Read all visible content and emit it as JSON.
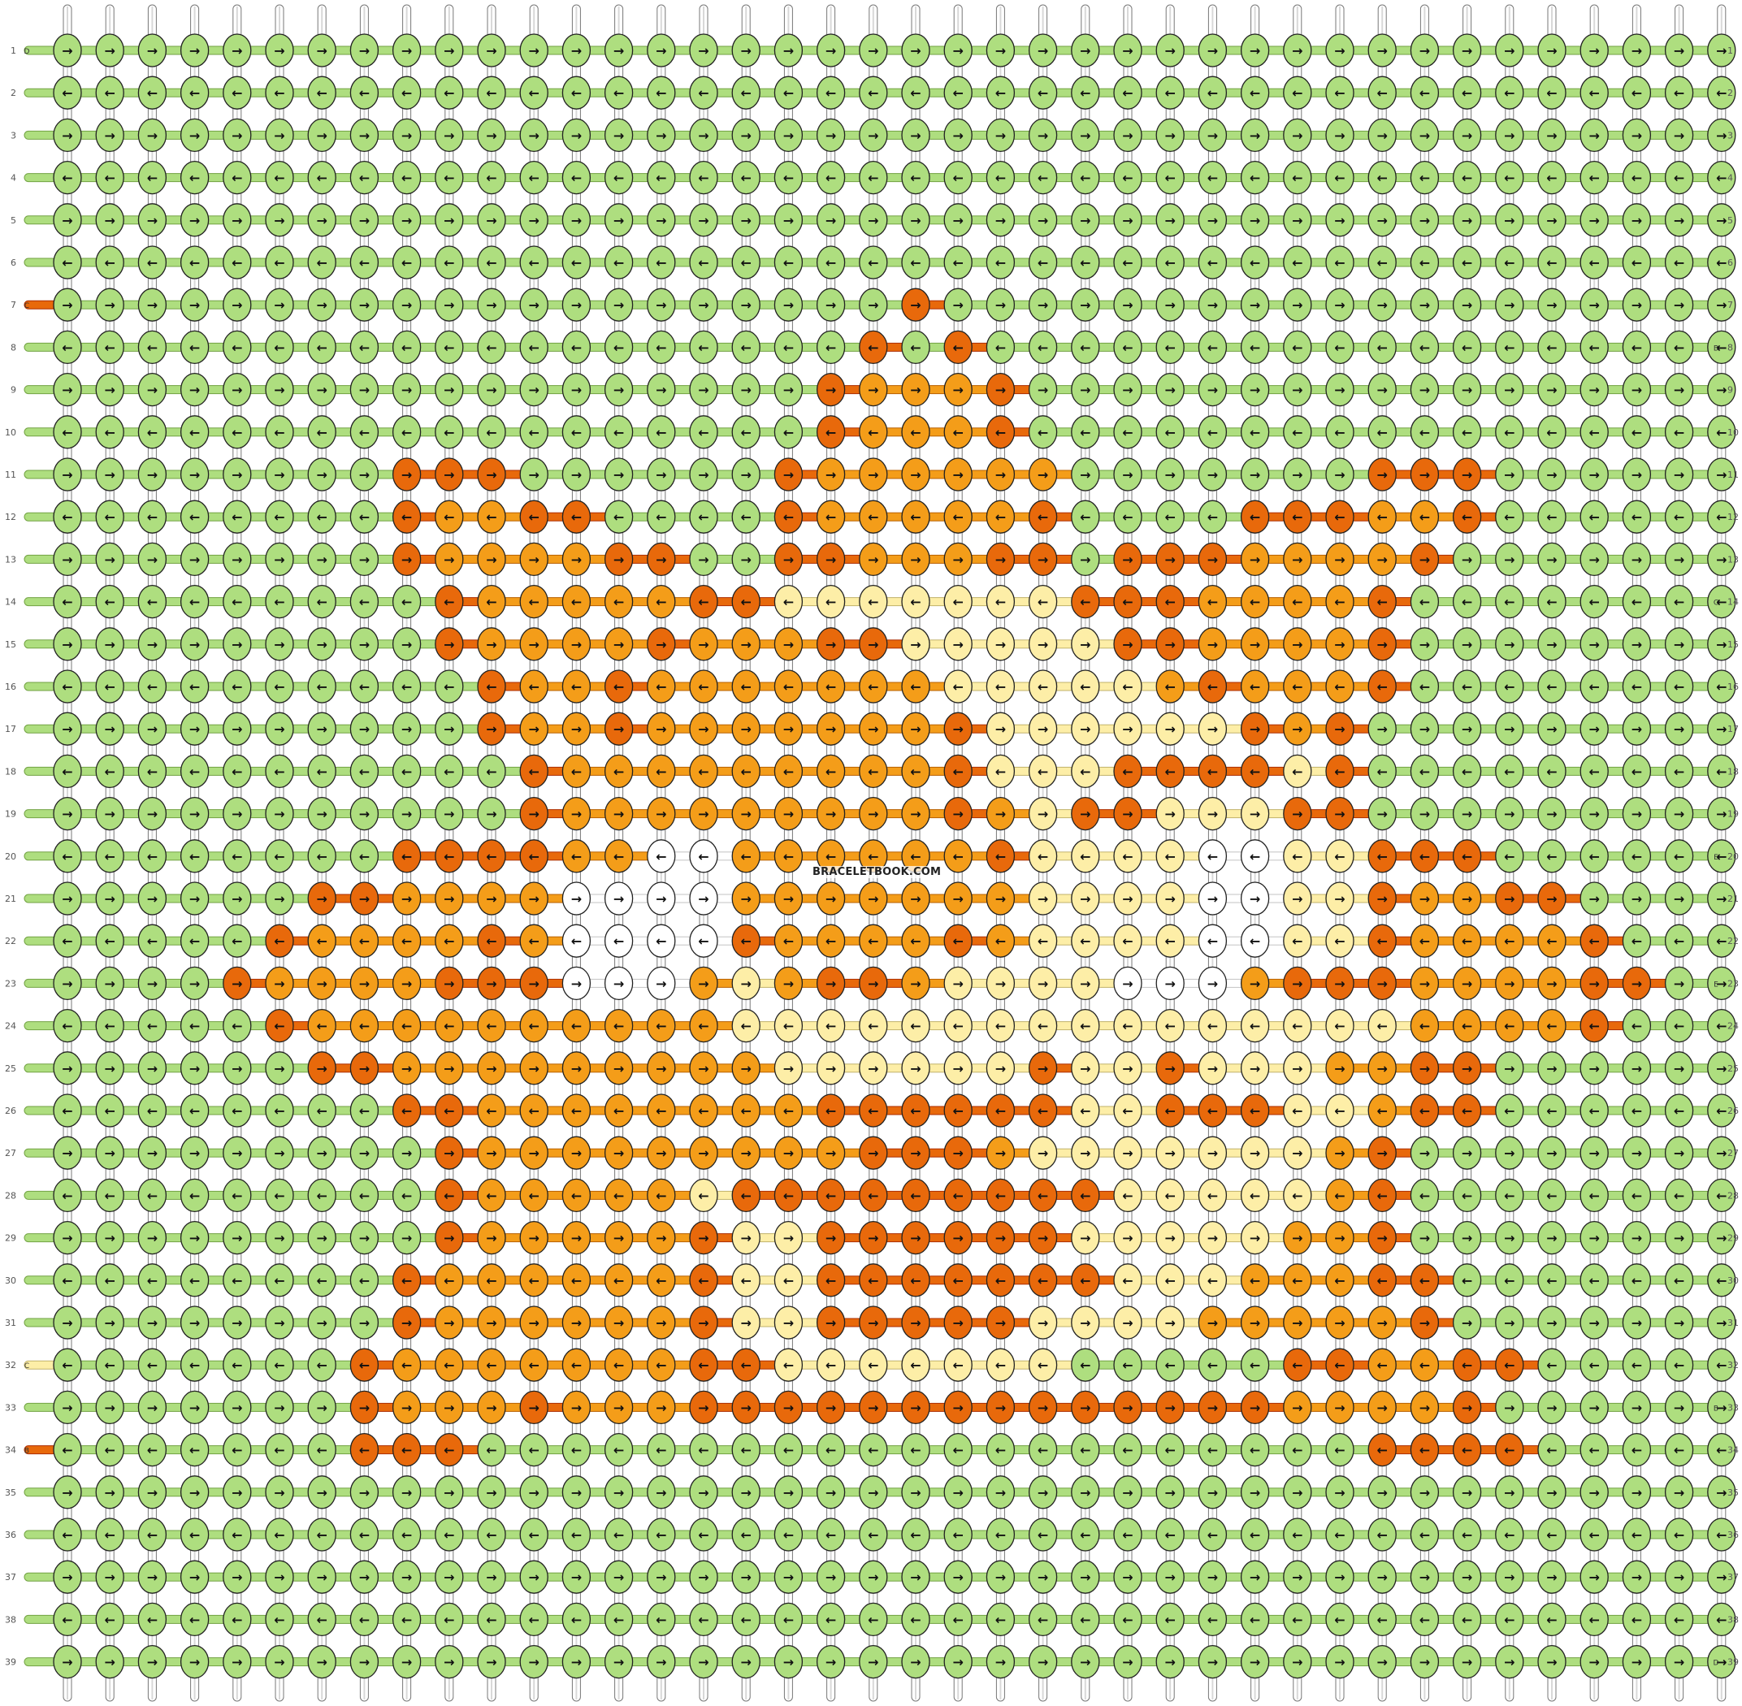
{
  "watermark": "BRACELETBOOK.COM",
  "colors": {
    "A": "#aede7f",
    "B": "#e8690b",
    "C": "#f49d19",
    "D": "#fdeea7",
    "E": "#ffffff"
  },
  "color_names": [
    "A",
    "B",
    "C",
    "D",
    "E"
  ],
  "columns": 40,
  "rows": 39,
  "row_labels": [
    "1",
    "2",
    "3",
    "4",
    "5",
    "6",
    "7",
    "8",
    "9",
    "10",
    "11",
    "12",
    "13",
    "14",
    "15",
    "16",
    "17",
    "18",
    "19",
    "20",
    "21",
    "22",
    "23",
    "24",
    "25",
    "26",
    "27",
    "28",
    "29",
    "30",
    "31",
    "32",
    "33",
    "34",
    "35",
    "36",
    "37",
    "38",
    "39"
  ],
  "left_thread_colors": [
    "A",
    "A",
    "A",
    "A",
    "A",
    "A",
    "B",
    "A",
    "A",
    "A",
    "A",
    "A",
    "A",
    "A",
    "A",
    "A",
    "A",
    "A",
    "A",
    "A",
    "A",
    "A",
    "A",
    "A",
    "A",
    "A",
    "A",
    "A",
    "A",
    "A",
    "A",
    "D",
    "A",
    "B",
    "A",
    "A",
    "A",
    "A",
    "A"
  ],
  "right_thread_colors": [
    "A",
    "A",
    "A",
    "A",
    "A",
    "A",
    "A",
    "C",
    "A",
    "A",
    "A",
    "A",
    "A",
    "D",
    "A",
    "A",
    "A",
    "A",
    "A",
    "E",
    "A",
    "A",
    "E",
    "A",
    "A",
    "A",
    "A",
    "A",
    "A",
    "A",
    "A",
    "A",
    "C",
    "A",
    "A",
    "A",
    "A",
    "A",
    "A"
  ],
  "left_thread_letters": [
    "D",
    "",
    "",
    "",
    "",
    "",
    "C",
    "",
    "",
    "",
    "",
    "",
    "",
    "",
    "",
    "",
    "",
    "",
    "",
    "",
    "",
    "",
    "",
    "",
    "",
    "",
    "",
    "",
    "",
    "",
    "",
    "C",
    "",
    "B",
    "",
    "",
    "",
    "",
    ""
  ],
  "right_thread_letters": [
    "",
    "",
    "",
    "",
    "",
    "",
    "",
    "B",
    "",
    "",
    "",
    "",
    "",
    "C",
    "",
    "",
    "",
    "",
    "",
    "E",
    "",
    "",
    "E",
    "",
    "",
    "",
    "",
    "",
    "",
    "",
    "",
    "",
    "B",
    "",
    "",
    "",
    "",
    "",
    "D"
  ],
  "rows_knots": [
    "AAAAAAAAAAAAAAAAAAAAAAAAAAAAAAAAAAAAAAAA",
    "AAAAAAAAAAAAAAAAAAAAAAAAAAAAAAAAAAAAAAAA",
    "AAAAAAAAAAAAAAAAAAAAAAAAAAAAAAAAAAAAAAAA",
    "AAAAAAAAAAAAAAAAAAAAAAAAAAAAAAAAAAAAAAAA",
    "AAAAAAAAAAAAAAAAAAAAAAAAAAAAAAAAAAAAAAAA",
    "AAAAAAAAAAAAAAAAAAAAAAAAAAAAAAAAAAAAAAAA",
    "AAAAAAAAAAAAAAAAAAAABAAAAAAAAAAAAAAAAAAA",
    "AAAAAAAAAAAAAAAAAAABABAAAAAAAAAAAAAAAAAA",
    "AAAAAAAAAAAAAAAAAABCCCBAAAAAAAAAAAAAAAAA",
    "AAAAAAAAAAAAAAAAAABCCCBAAAAAAAAAAAAAAAAA",
    "AAAAAAAABBBAAAAAABCCCCCCAAAAAAABBBAAAAAA",
    "AAAAAAAABCCBBAAAABCCCCCBAAAABBBCCBAAAAAA",
    "AAAAAAAABCCCCBBAABBCCCBBABBBCCCCBAAAAAAA",
    "AAAAAAAAABCCCCCBBDDDDDDDBBBCCCCBAAAAAAAA",
    "AAAAAAAAABCCCCBCCCBBDDDDDBBCCCCBAAAAAAAA",
    "AAAAAAAAAABCCBCCCCCCCDDDDDCBCCCBAAAAAAAA",
    "AAAAAAAAAABCCBCCCCCCCBDDDDDDBCBAAAAAAAAA",
    "AAAAAAAAAAABCCCCCCCCCBDDDBBBBDBAAAAAAAAA",
    "AAAAAAAAAAABCCCCCCCCCBCDBBDDDBBAAAAAAAAA",
    "AAAAAAAABBBBCCEECCCCCCBDDDDEEDDBBBAAAAAA",
    "AAAAAABBCCCCEEEECCCCCCCDDDDEEDDBCCBBAAAA",
    "AAAAABCCCCBCEEEEBCCCCBCDDDDEEDDBCCCCBAAA",
    "AAAABCCCCBBBEEECDCBBCDDDDEEECBBBCCCCBBAA",
    "AAAAABCCCCCCCCCCDDDDDDDDDDDDDDDDCCCCBAAA",
    "AAAAAABBCCCCCCCCCDDDDDDBDDBDDDCCBBAAAAAA",
    "AAAAAAAABBCCCCCCCCBBBBBBDDBBBDDCBBAAAAAA",
    "AAAAAAAAABCCCCCCCCCBBBCDDDDDDDCBAAAAAAAA",
    "AAAAAAAAABCCCCCDBBBBBBBBBDDDDDCBAAAAAAAA",
    "AAAAAAAAABCCCCCBDDBBBBBBDDDDDCCBAAAAAAAA",
    "AAAAAAAABCCCCCCBDDBBBBBBBDDDCCCBBAAAAAAA",
    "AAAAAAAABCCCCCCBDDBBBBBDDDDCCCCCBAAAAAAA",
    "AAAAAAABCCCCCCCBBDDDDDDDAAAAABBCCBBAAAAA",
    "AAAAAAABCCCBCCCBBBBBBBBBBBBBBCCCCBAAAAAA",
    "AAAAAAABBBAAAAAAAAAAAAAAAAAAAAABBBBAAAAA",
    "AAAAAAAAAAAAAAAAAAAAAAAAAAAAAAAAAAAAAAAA",
    "AAAAAAAAAAAAAAAAAAAAAAAAAAAAAAAAAAAAAAAA",
    "AAAAAAAAAAAAAAAAAAAAAAAAAAAAAAAAAAAAAAAA",
    "AAAAAAAAAAAAAAAAAAAAAAAAAAAAAAAAAAAAAAAA",
    "AAAAAAAAAAAAAAAAAAAAAAAAAAAAAAAAAAAAAAAA"
  ],
  "row_directions": [
    "right",
    "left",
    "right",
    "left",
    "right",
    "left",
    "right",
    "left",
    "right",
    "left",
    "right",
    "left",
    "right",
    "left",
    "right",
    "left",
    "right",
    "left",
    "right",
    "left",
    "right",
    "left",
    "right",
    "left",
    "right",
    "left",
    "right",
    "left",
    "right",
    "left",
    "right",
    "left",
    "right",
    "left",
    "right",
    "left",
    "right",
    "left",
    "right"
  ]
}
